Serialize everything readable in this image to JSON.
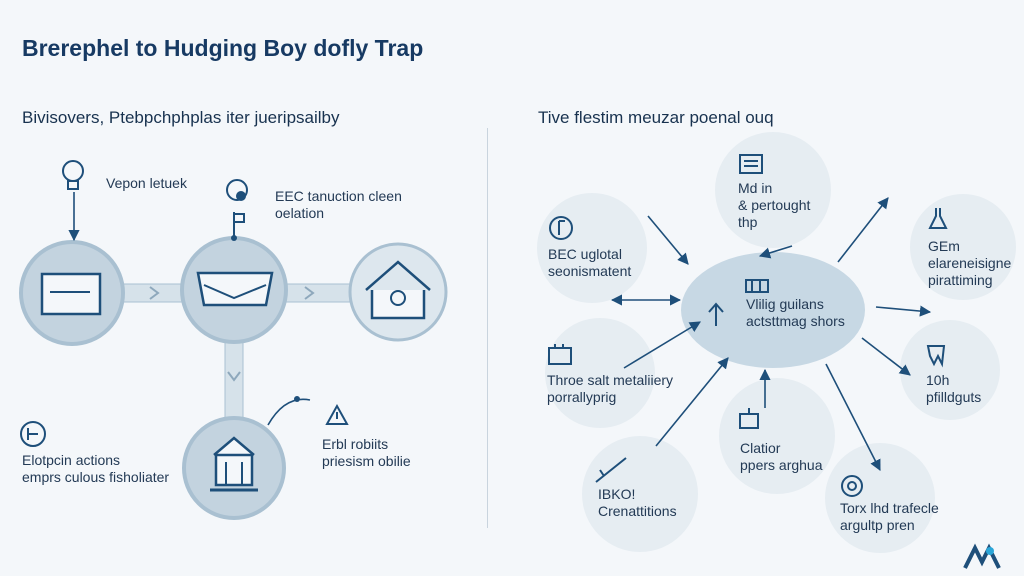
{
  "title": "Brerephel to Hudging Boy dofly Trap",
  "left": {
    "heading": "Bivisovers, Ptebpchphplas iter jueripsailby",
    "labels": {
      "bulb": "Vepon letuek",
      "people": [
        "EEC tanuction cleen",
        "oelation"
      ],
      "actions": [
        "Elotpcin actions",
        "emprs culous fisholiater"
      ],
      "warning": [
        "Erbl robiits",
        "priesism obilie"
      ]
    }
  },
  "right": {
    "heading": "Tive flestim meuzar poenal ouq",
    "center": [
      "Vlilig guilans",
      "actsttmag shors"
    ],
    "nodes": {
      "top": [
        "Md in",
        "& pertought",
        "thp"
      ],
      "upper_left": [
        "BEC uglotal",
        "seonismatent"
      ],
      "upper_right": [
        "GEm",
        "elareneisigne",
        "pirattiming"
      ],
      "mid_left": [
        "Throe salt metaliiery",
        "porrallyprig"
      ],
      "mid_right": [
        "10h",
        "pfilldguts"
      ],
      "bottom_center": [
        "Clatior",
        "ppers arghua"
      ],
      "bottom_left": [
        "IBKO!",
        "Crenattitions"
      ],
      "bottom_right": [
        "Torx lhd trafecle",
        "argultp pren"
      ]
    }
  },
  "logo": "AM",
  "colors": {
    "navy": "#1e4f7a",
    "circle_fill": "#c3d3df",
    "circle_ring": "#a9c0d1",
    "bubble": "#e6edf2",
    "center_bubble": "#c7d8e4"
  }
}
